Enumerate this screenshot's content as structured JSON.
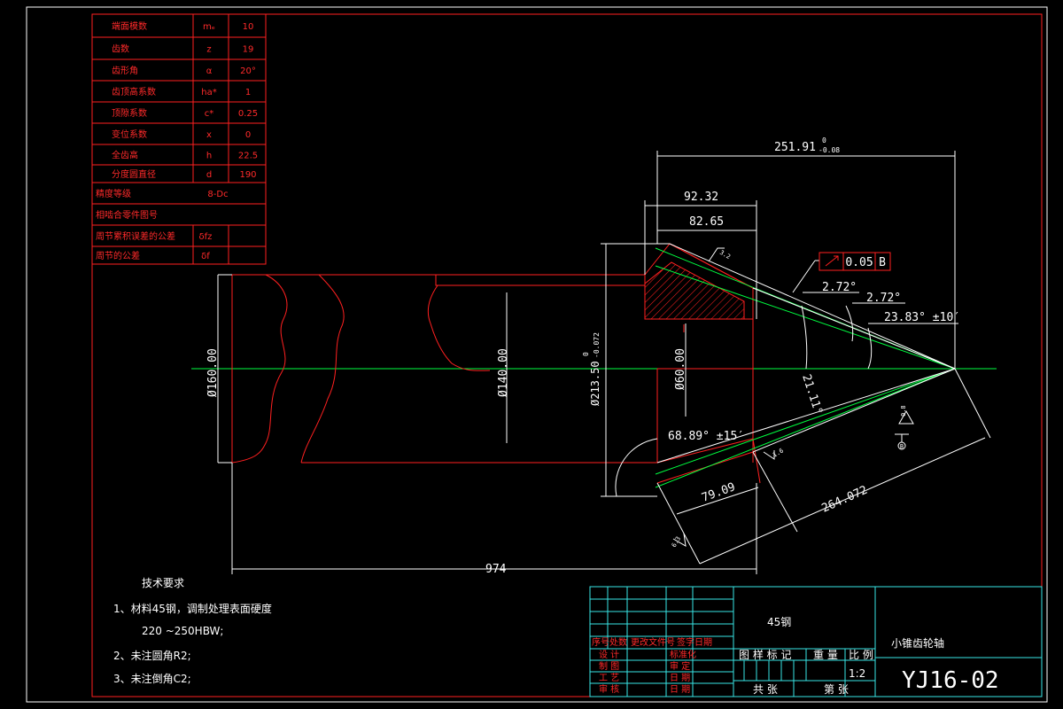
{
  "params_table": {
    "rows": [
      {
        "name": "端面模数",
        "symbol": "mₑ",
        "value": "10"
      },
      {
        "name": "齿数",
        "symbol": "z",
        "value": "19"
      },
      {
        "name": "齿形角",
        "symbol": "α",
        "value": "20°"
      },
      {
        "name": "齿顶高系数",
        "symbol": "ha*",
        "value": "1"
      },
      {
        "name": "顶隙系数",
        "symbol": "c*",
        "value": "0.25"
      },
      {
        "name": "变位系数",
        "symbol": "x",
        "value": "0"
      },
      {
        "name": "全齿高",
        "symbol": "h",
        "value": "22.5"
      },
      {
        "name": "分度圆直径",
        "symbol": "d",
        "value": "190"
      },
      {
        "name": "精度等级",
        "symbol": "",
        "value": "8-Dc"
      },
      {
        "name": "相啮合零件图号",
        "symbol": "",
        "value": ""
      },
      {
        "name": "周节累积误差的公差",
        "symbol": "δfz",
        "value": ""
      },
      {
        "name": "周节的公差",
        "symbol": "δf",
        "value": ""
      }
    ]
  },
  "dimensions": {
    "total_len": "251.91",
    "total_tol_up": "0",
    "total_tol_low": "-0.08",
    "d92": "92.32",
    "d82": "82.65",
    "dia160": "Ø160.00",
    "dia140": "Ø140.00",
    "dia213": "Ø213.50",
    "dia213_tol_up": "0",
    "dia213_tol_low": "-0.072",
    "dia60": "Ø60.00",
    "len974": "974",
    "len79": "79.09",
    "len264": "264.072",
    "angle68": "68.89° ±15′",
    "angle21": "21.11°",
    "angle23": "23.83° ±10′",
    "angle272a": "2.72°",
    "angle272b": "2.72°",
    "rough_32": "3.2",
    "rough_16": "1.6",
    "rough_63": "6.3",
    "rough_08": "0.8",
    "tolerance_frame": {
      "symbol": "↗",
      "value": "0.05",
      "datum": "B"
    },
    "datum_label": "B"
  },
  "tech_req": {
    "title": "技术要求",
    "lines": [
      "1、材料45钢，调制处理表面硬度",
      "220 ~250HBW;",
      "2、未注圆角R2;",
      "3、未注倒角C2;"
    ]
  },
  "title_block": {
    "material": "45钢",
    "part_name": "小锥齿轮轴",
    "drawing_no": "YJ16-02",
    "scale": "1:2",
    "headers": [
      "序号",
      "处数",
      "更改文件号",
      "签字",
      "日期"
    ],
    "rows_left": [
      "设 计",
      "制 图",
      "工 艺",
      "审 核"
    ],
    "rows_mid": [
      "标准化",
      "审 定",
      "日 期",
      "日 期"
    ],
    "mark_labels": [
      "图 样 标 记",
      "重 量",
      "比 例"
    ],
    "sheet_labels": [
      "共 张",
      "第 张"
    ]
  }
}
